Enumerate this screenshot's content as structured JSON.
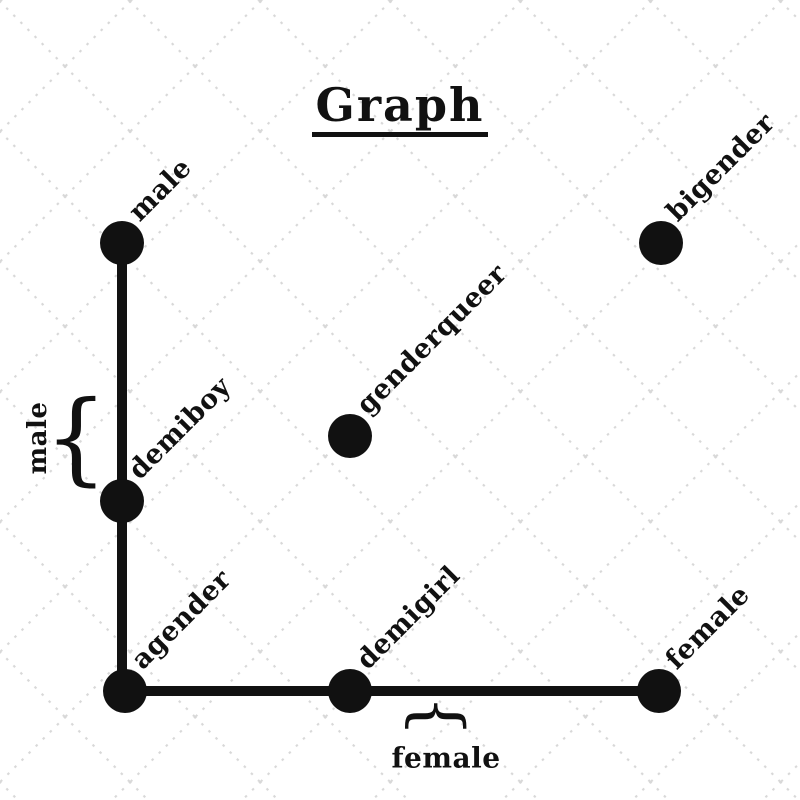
{
  "title": "Graph",
  "nodes": [
    {
      "id": "male",
      "label": "male"
    },
    {
      "id": "bigender",
      "label": "bigender"
    },
    {
      "id": "genderqueer",
      "label": "genderqueer"
    },
    {
      "id": "demiboy",
      "label": "demiboy"
    },
    {
      "id": "agender",
      "label": "agender"
    },
    {
      "id": "demigirl",
      "label": "demigirl"
    },
    {
      "id": "female",
      "label": "female"
    }
  ],
  "edges": [
    {
      "from": "male",
      "to": "demiboy"
    },
    {
      "from": "demiboy",
      "to": "agender"
    },
    {
      "from": "agender",
      "to": "demigirl"
    },
    {
      "from": "demigirl",
      "to": "female"
    }
  ],
  "annotations": {
    "left_brace_glyph": "{",
    "left_brace_label": "male",
    "bottom_brace_glyph": "{",
    "bottom_brace_label": "female"
  },
  "colors": {
    "ink": "#111111",
    "pattern_line": "#d8d8d8",
    "background": "#ffffff"
  }
}
